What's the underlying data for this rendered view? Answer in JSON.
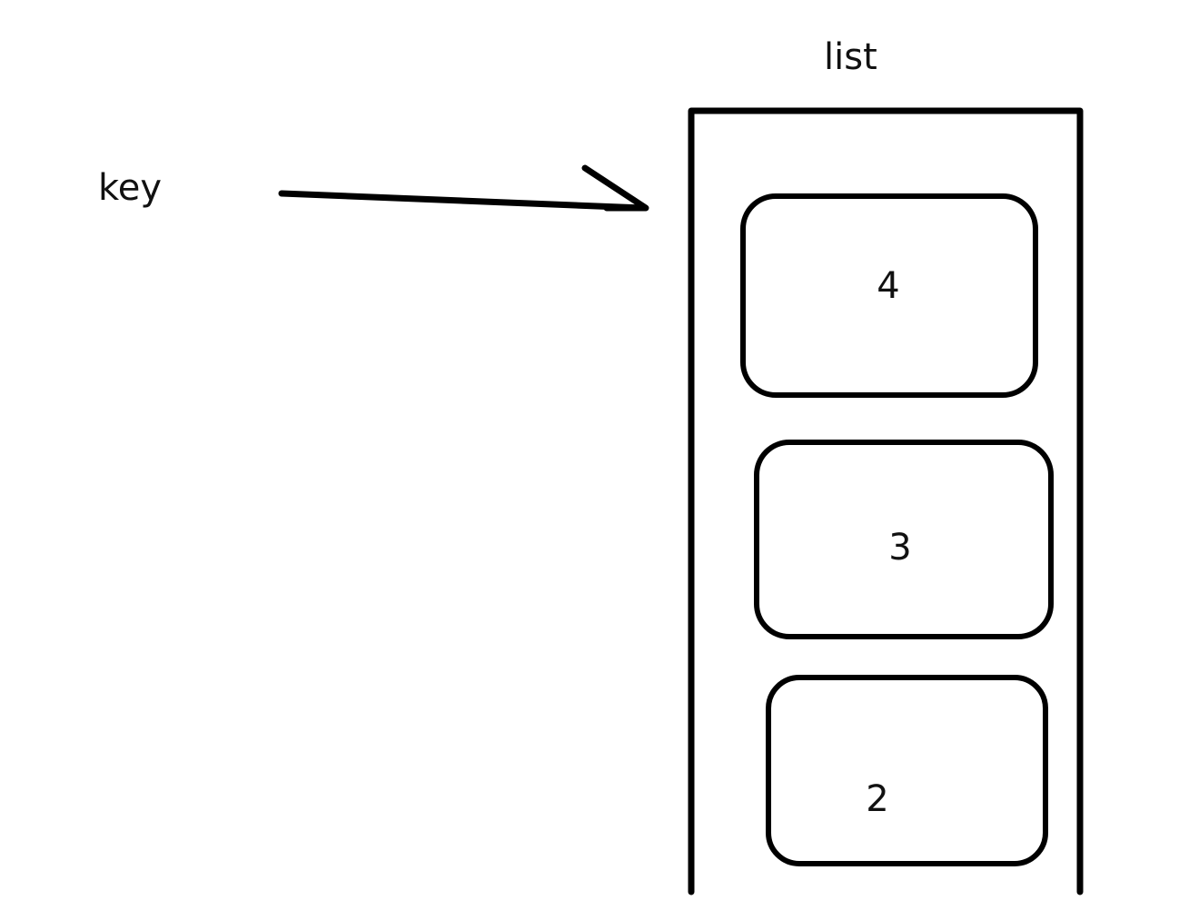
{
  "diagram": {
    "key_label": "key",
    "list_label": "list",
    "items": [
      {
        "value": "4"
      },
      {
        "value": "3"
      },
      {
        "value": "2"
      }
    ],
    "stroke_color": "#000000",
    "background_color": "#ffffff"
  }
}
